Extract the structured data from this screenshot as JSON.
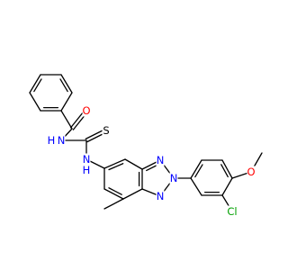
{
  "atom_colors": {
    "O": "#ff0000",
    "N": "#0000ff",
    "S": "#000000",
    "Cl": "#00a000",
    "C": "#000000"
  },
  "atoms": [
    {
      "id": "c1",
      "element": "C"
    },
    {
      "id": "c2",
      "element": "C"
    },
    {
      "id": "c3",
      "element": "C"
    },
    {
      "id": "c4",
      "element": "C"
    },
    {
      "id": "c5",
      "element": "C"
    },
    {
      "id": "c6",
      "element": "C"
    },
    {
      "id": "c7",
      "element": "C"
    },
    {
      "id": "o1",
      "element": "O",
      "label": "O"
    },
    {
      "id": "n1",
      "element": "N",
      "label": "N",
      "h_label": "H"
    },
    {
      "id": "c8",
      "element": "C"
    },
    {
      "id": "s1",
      "element": "S",
      "label": "S"
    },
    {
      "id": "n2",
      "element": "N",
      "label": "N",
      "h_label": "H"
    },
    {
      "id": "c9",
      "element": "C"
    },
    {
      "id": "c10",
      "element": "C"
    },
    {
      "id": "c11",
      "element": "C"
    },
    {
      "id": "c12",
      "element": "C"
    },
    {
      "id": "c13",
      "element": "C"
    },
    {
      "id": "c14",
      "element": "C"
    },
    {
      "id": "c15",
      "element": "C"
    },
    {
      "id": "n3",
      "element": "N",
      "label": "N"
    },
    {
      "id": "n4",
      "element": "N",
      "label": "N"
    },
    {
      "id": "n5",
      "element": "N",
      "label": "N"
    },
    {
      "id": "c16",
      "element": "C"
    },
    {
      "id": "c17",
      "element": "C"
    },
    {
      "id": "c18",
      "element": "C"
    },
    {
      "id": "c19",
      "element": "C"
    },
    {
      "id": "c20",
      "element": "C"
    },
    {
      "id": "c21",
      "element": "C"
    },
    {
      "id": "cl1",
      "element": "Cl",
      "label": "Cl"
    },
    {
      "id": "o2",
      "element": "O",
      "label": "O"
    },
    {
      "id": "c22",
      "element": "C"
    }
  ],
  "bonds": [
    {
      "a": "c1",
      "b": "c2",
      "order": 2
    },
    {
      "a": "c2",
      "b": "c3",
      "order": 1
    },
    {
      "a": "c3",
      "b": "c4",
      "order": 2
    },
    {
      "a": "c4",
      "b": "c5",
      "order": 1
    },
    {
      "a": "c5",
      "b": "c6",
      "order": 2
    },
    {
      "a": "c6",
      "b": "c1",
      "order": 1
    },
    {
      "a": "c4",
      "b": "c7",
      "order": 1
    },
    {
      "a": "c7",
      "b": "o1",
      "order": 2
    },
    {
      "a": "c7",
      "b": "n1",
      "order": 1
    },
    {
      "a": "n1",
      "b": "c8",
      "order": 1
    },
    {
      "a": "c8",
      "b": "s1",
      "order": 2
    },
    {
      "a": "c8",
      "b": "n2",
      "order": 1
    },
    {
      "a": "n2",
      "b": "c9",
      "order": 1
    },
    {
      "a": "c9",
      "b": "c10",
      "order": 2
    },
    {
      "a": "c10",
      "b": "c11",
      "order": 1
    },
    {
      "a": "c11",
      "b": "c12",
      "order": 2
    },
    {
      "a": "c12",
      "b": "c13",
      "order": 1
    },
    {
      "a": "c13",
      "b": "c14",
      "order": 2
    },
    {
      "a": "c14",
      "b": "c9",
      "order": 1
    },
    {
      "a": "c13",
      "b": "c15",
      "order": 1
    },
    {
      "a": "c11",
      "b": "n3",
      "order": 2
    },
    {
      "a": "n3",
      "b": "n4",
      "order": 1
    },
    {
      "a": "n4",
      "b": "n5",
      "order": 1
    },
    {
      "a": "n5",
      "b": "c12",
      "order": 1
    },
    {
      "a": "n4",
      "b": "c16",
      "order": 1
    },
    {
      "a": "c16",
      "b": "c17",
      "order": 2
    },
    {
      "a": "c17",
      "b": "c18",
      "order": 1
    },
    {
      "a": "c18",
      "b": "c19",
      "order": 2
    },
    {
      "a": "c19",
      "b": "c20",
      "order": 1
    },
    {
      "a": "c20",
      "b": "c21",
      "order": 2
    },
    {
      "a": "c21",
      "b": "c16",
      "order": 1
    },
    {
      "a": "c20",
      "b": "cl1",
      "order": 1
    },
    {
      "a": "c19",
      "b": "o2",
      "order": 1
    },
    {
      "a": "o2",
      "b": "c22",
      "order": 1
    }
  ]
}
